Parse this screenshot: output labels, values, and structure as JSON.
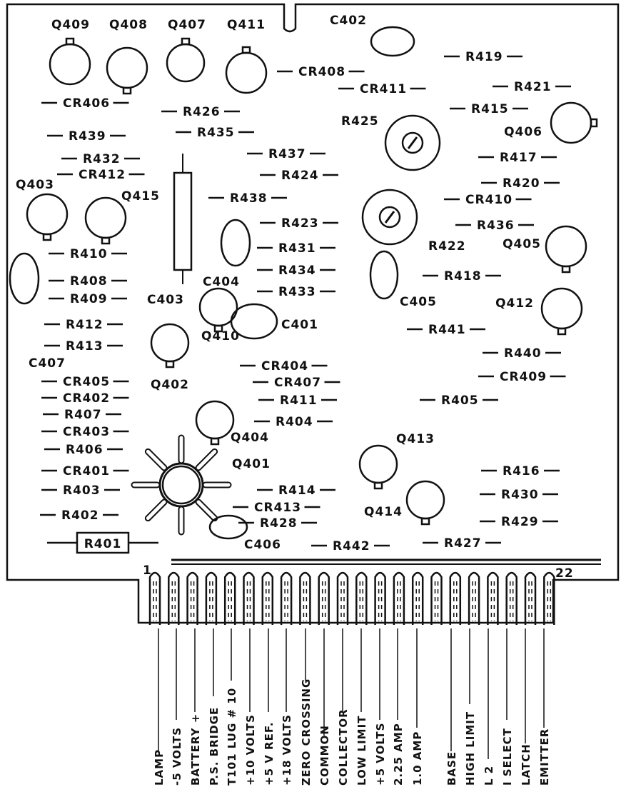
{
  "components": {
    "transistors": [
      "Q409",
      "Q408",
      "Q407",
      "Q411",
      "Q406",
      "Q403",
      "Q415",
      "Q405",
      "Q412",
      "Q410",
      "Q402",
      "Q404",
      "Q401",
      "Q413",
      "Q414"
    ],
    "capacitors": [
      "C402",
      "C403",
      "C404",
      "C405",
      "C401",
      "C407",
      "C406"
    ],
    "trimmers": [
      "R425",
      "R422"
    ],
    "resistor_box": "R401",
    "marks": [
      "R419",
      "CR408",
      "R421",
      "CR411",
      "R415",
      "CR406",
      "R426",
      "R439",
      "R435",
      "R417",
      "R437",
      "R432",
      "R424",
      "CR412",
      "R420",
      "CR410",
      "R438",
      "R423",
      "R436",
      "R410",
      "R431",
      "R408",
      "R434",
      "R418",
      "R409",
      "R433",
      "R412",
      "R441",
      "R413",
      "R440",
      "CR404",
      "CR409",
      "CR405",
      "CR407",
      "CR402",
      "R411",
      "R405",
      "R407",
      "R404",
      "CR403",
      "R406",
      "CR401",
      "R416",
      "R403",
      "R414",
      "R430",
      "R402",
      "CR413",
      "R428",
      "R429",
      "R442",
      "R427"
    ]
  },
  "connector": {
    "first_pin": "1",
    "last_pin": "22",
    "signals": [
      "LAMP",
      "-5 VOLTS",
      "BATTERY +",
      "P.S. BRIDGE",
      "T101 LUG # 10",
      "+10 VOLTS",
      "+5 V REF.",
      "+18 VOLTS",
      "ZERO CROSSING",
      "COMMON",
      "COLLECTOR",
      "LOW LIMIT",
      "+5 VOLTS",
      "2.25 AMP",
      "1.0 AMP",
      "BASE",
      "HIGH LIMIT",
      "L 2",
      "I SELECT",
      "LATCH",
      "EMITTER"
    ]
  }
}
